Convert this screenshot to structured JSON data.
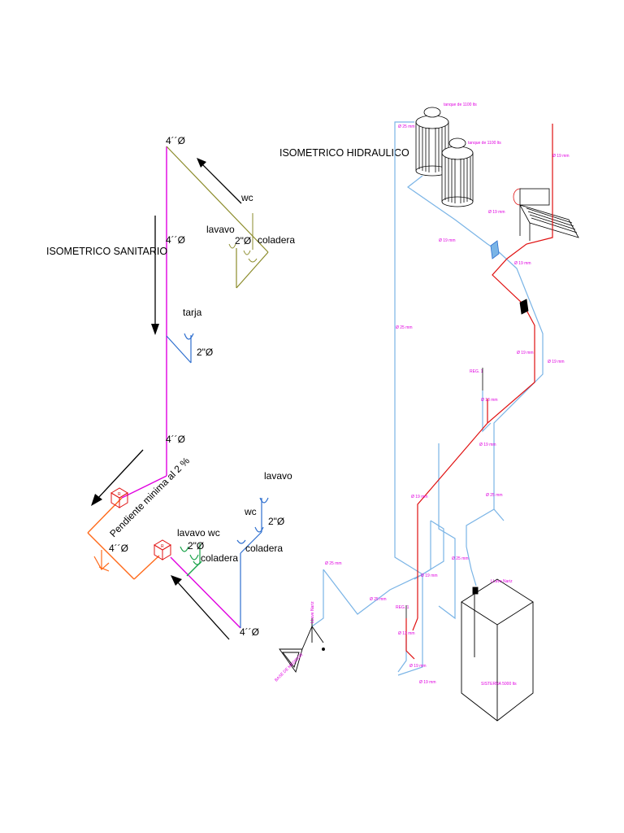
{
  "titles": {
    "sanitario": "ISOMETRICO SANITARIO",
    "hidraulico": "ISOMETRICO HIDRAULICO"
  },
  "sanitario_labels": {
    "d4_top": "4´´Ø",
    "wc_top": "wc",
    "lavavo_top": "lavavo",
    "d2_top": "2\"Ø",
    "coladera_top": "coladera",
    "d4_mid": "4´´Ø",
    "tarja": "tarja",
    "d2_tarja": "2\"Ø",
    "d4_low": "4´´Ø",
    "pendiente": "Pendiente minima al 2 %",
    "d4_left": "4´´Ø",
    "lavavo_wc": "lavavo wc",
    "d2_low_left": "2\"Ø",
    "coladera_low_left": "coladera",
    "lavavo_right": "lavavo",
    "wc_right": "wc",
    "d2_right": "2\"Ø",
    "coladera_right": "coladera",
    "d4_bottom": "4´´Ø",
    "box_left": "R",
    "box_right": "R"
  },
  "hidraulico_labels": {
    "tank1": "tanque de 1100 lts",
    "tank2": "tanque de 1100 lts",
    "d25_a": "Ø 25 mm",
    "d25_b": "Ø 25 mm",
    "d25_c": "Ø 25 mm",
    "d25_d": "Ø 25 mm",
    "d25_e": "Ø 25 mm",
    "d25_f": "Ø 25 mm",
    "d19_a": "Ø 19 mm",
    "d19_b": "Ø 19 mm",
    "d19_c": "Ø 19 mm",
    "d19_d": "Ø 19 mm",
    "d19_e": "Ø 19 mm",
    "d19_f": "Ø 19 mm",
    "d19_g": "Ø 19 mm",
    "d19_h": "Ø 19 mm",
    "d19_i": "Ø 19 mm",
    "d19_j": "Ø 19 mm",
    "d19_k": "Ø 19 mm",
    "d13_a": "Ø 13 mm",
    "d13_b": "Ø 13 mm",
    "reg1_a": "REG. 1",
    "reg1_b": "REG. 1",
    "llave_a": "LLave Nariz",
    "llave_b": "LLave Nariz",
    "meter": "BASE DE MEDIDOR",
    "cistern": "SISTERNA 5000 lts"
  },
  "colors": {
    "magenta": "#e000e0",
    "olive": "#8b8b2a",
    "blue": "#2e6fcf",
    "orange": "#ff6a1a",
    "green": "#1aa34a",
    "cold": "#7ab4e6",
    "hot": "#e01010",
    "black": "#000000"
  }
}
